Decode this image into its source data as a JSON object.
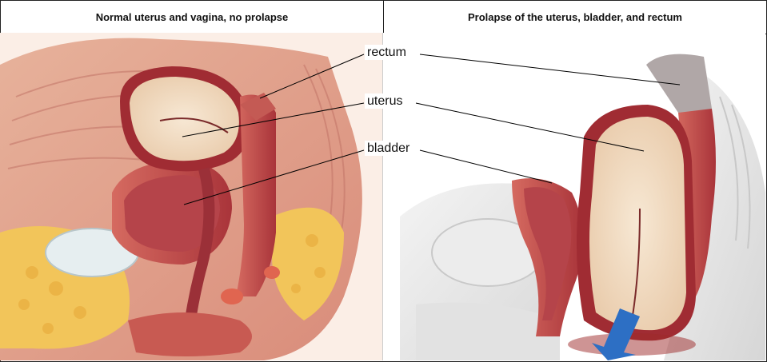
{
  "panels": {
    "left_title": "Normal uterus and vagina, no prolapse",
    "right_title": "Prolapse of the uterus, bladder, and rectum"
  },
  "labels": {
    "rectum": "rectum",
    "uterus": "uterus",
    "bladder": "bladder"
  },
  "colors": {
    "muscle": "#c8504a",
    "uterus_tissue": "#f1dcc2",
    "fat": "#f2c55a",
    "arrow": "#2d6fc4",
    "ghost_gray": "#d8d8d8"
  }
}
